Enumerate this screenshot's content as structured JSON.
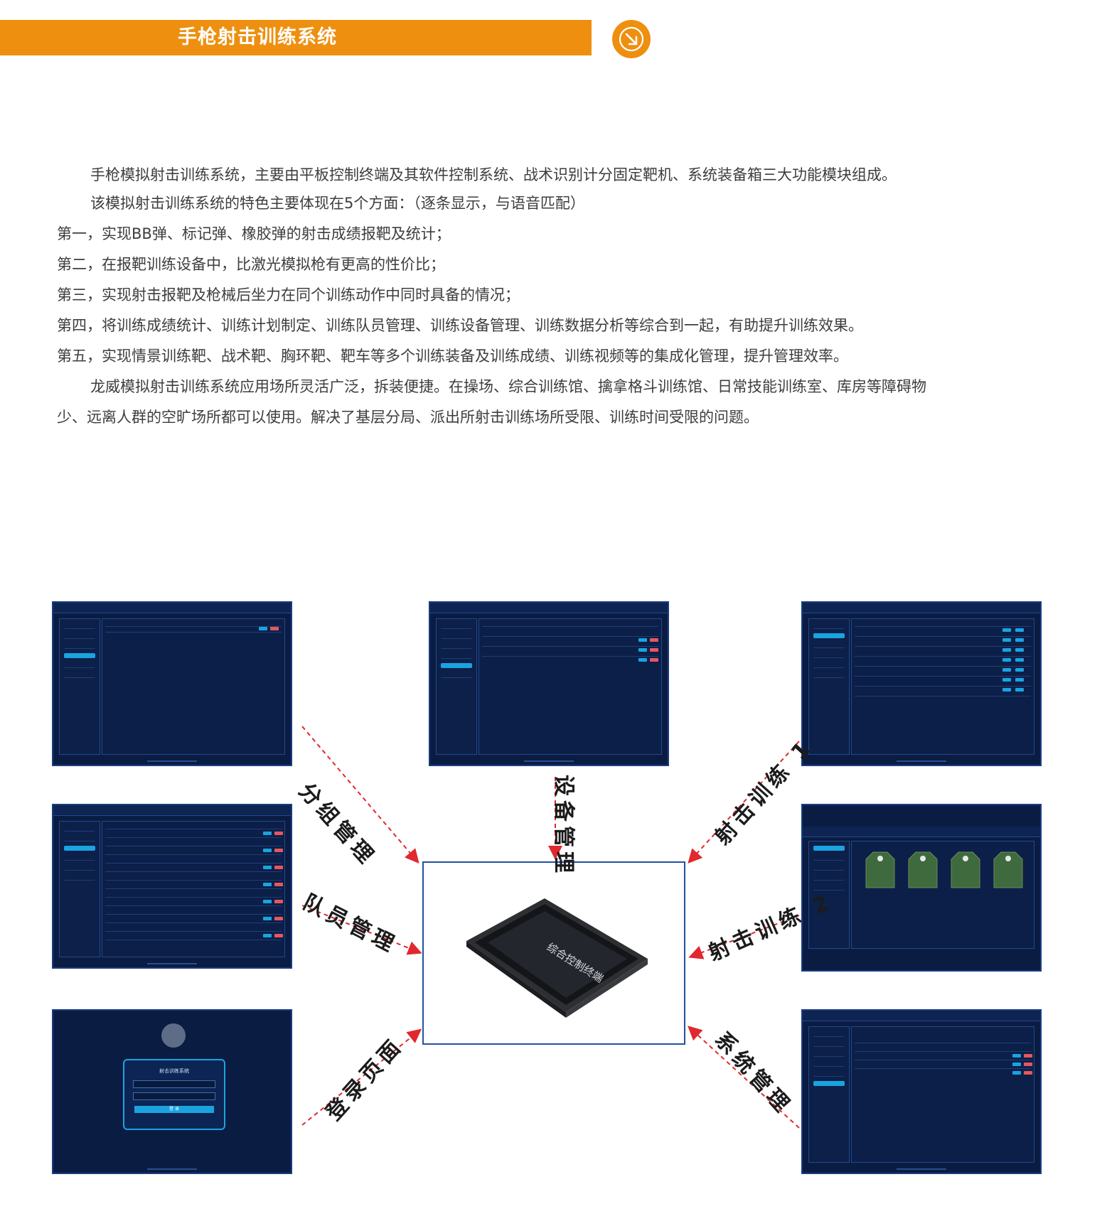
{
  "header": {
    "title": "手枪射击训练系统",
    "badge_icon": "arrow-down-right-icon",
    "accent_color": "#ee8f0f"
  },
  "intro": [
    "手枪模拟射击训练系统，主要由平板控制终端及其软件控制系统、战术识别计分固定靶机、系统装备箱三大功能模块组成。",
    "该模拟射击训练系统的特色主要体现在5个方面：（逐条显示，与语音匹配）",
    "第一，实现BB弹、标记弹、橡胶弹的射击成绩报靶及统计；",
    "第二，在报靶训练设备中，比激光模拟枪有更高的性价比；",
    "第三，实现射击报靶及枪械后坐力在同个训练动作中同时具备的情况；",
    "第四，将训练成绩统计、训练计划制定、训练队员管理、训练设备管理、训练数据分析等综合到一起，有助提升训练效果。",
    "第五，实现情景训练靶、战术靶、胸环靶、靶车等多个训练装备及训练成绩、训练视频等的集成化管理，提升管理效率。",
    "龙威模拟射击训练系统应用场所灵活广泛，拆装便捷。在操场、综合训练馆、擒拿格斗训练馆、日常技能训练室、库房等障碍物",
    "少、远离人群的空旷场所都可以使用。解决了基层分局、派出所射击训练场所受限、训练时间受限的问题。"
  ],
  "diagram": {
    "center_device_label": "综合控制终端",
    "modules": {
      "group_mgmt": "分组管理",
      "device_mgmt": "设备管理",
      "shooting_1": "射击训练 1",
      "member_mgmt": "队员管理",
      "shooting_2": "射击训练 2",
      "login_page": "登录页面",
      "system_mgmt": "系统管理"
    },
    "login_screen": {
      "title": "射击训练系统",
      "button": "登 录"
    },
    "arrow_color": "#e0282e",
    "screen_bg_color": "#0b1c43",
    "screen_accent_color": "#1aa3e0"
  }
}
